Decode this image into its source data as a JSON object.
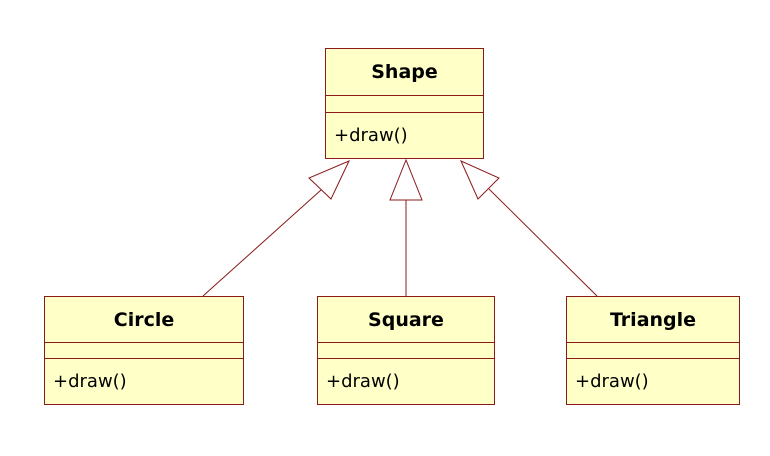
{
  "diagram": {
    "type": "uml-class-diagram",
    "colors": {
      "class_fill": "#ffffc8",
      "class_border": "#8b1a1a",
      "edge": "#8b1a1a",
      "text": "#000000"
    },
    "classes": {
      "shape": {
        "name": "Shape",
        "operation": "+draw()"
      },
      "circle": {
        "name": "Circle",
        "operation": "+draw()"
      },
      "square": {
        "name": "Square",
        "operation": "+draw()"
      },
      "triangle": {
        "name": "Triangle",
        "operation": "+draw()"
      }
    },
    "relations": [
      {
        "kind": "generalization",
        "from": "Circle",
        "to": "Shape"
      },
      {
        "kind": "generalization",
        "from": "Square",
        "to": "Shape"
      },
      {
        "kind": "generalization",
        "from": "Triangle",
        "to": "Shape"
      }
    ]
  }
}
